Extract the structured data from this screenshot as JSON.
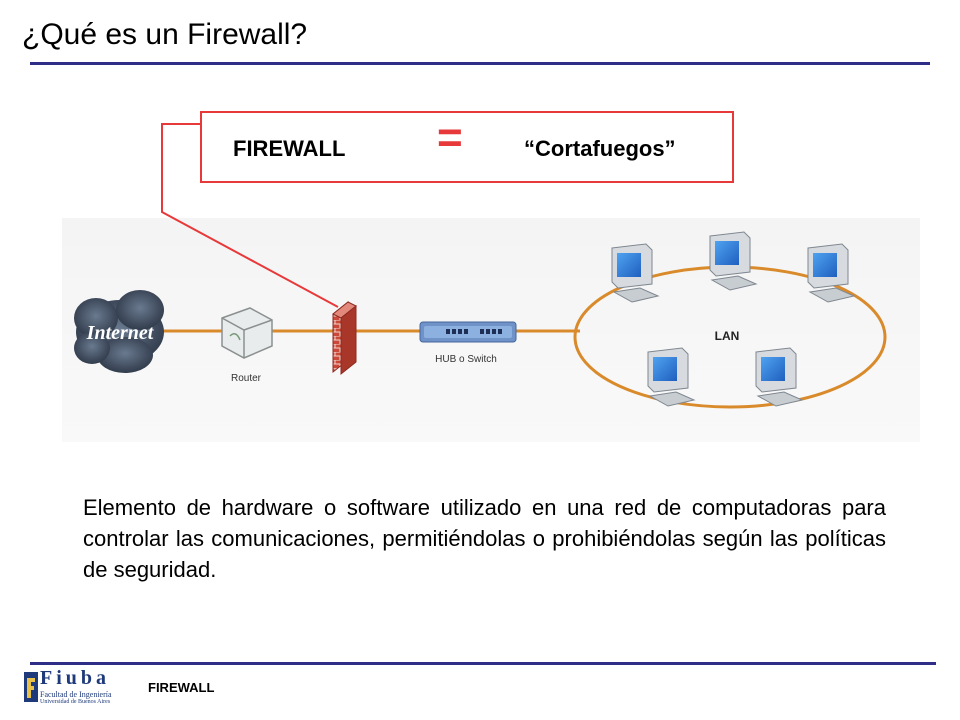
{
  "slide": {
    "title": "¿Qué es un Firewall?",
    "definition": {
      "left": "FIREWALL",
      "sign": "=",
      "right": "“Cortafuegos”"
    },
    "description": "Elemento de hardware o software utilizado en una red de computadoras para controlar las comunicaciones, permitiéndolas o prohibiéndolas según las políticas de seguridad.",
    "footer_label": "FIREWALL"
  },
  "diagram": {
    "internet_label": "Internet",
    "router_label": "Router",
    "hub_label": "HUB o Switch",
    "lan_label": "LAN"
  },
  "logo": {
    "word": "Fiuba",
    "line1": "Facultad de Ingeniería",
    "line2": "Universidad de Buenos Aires"
  },
  "colors": {
    "accent_red": "#e8393a",
    "rule_blue": "#2e2e86",
    "network_orange": "#d98a2b",
    "brick": "#c0392b"
  }
}
